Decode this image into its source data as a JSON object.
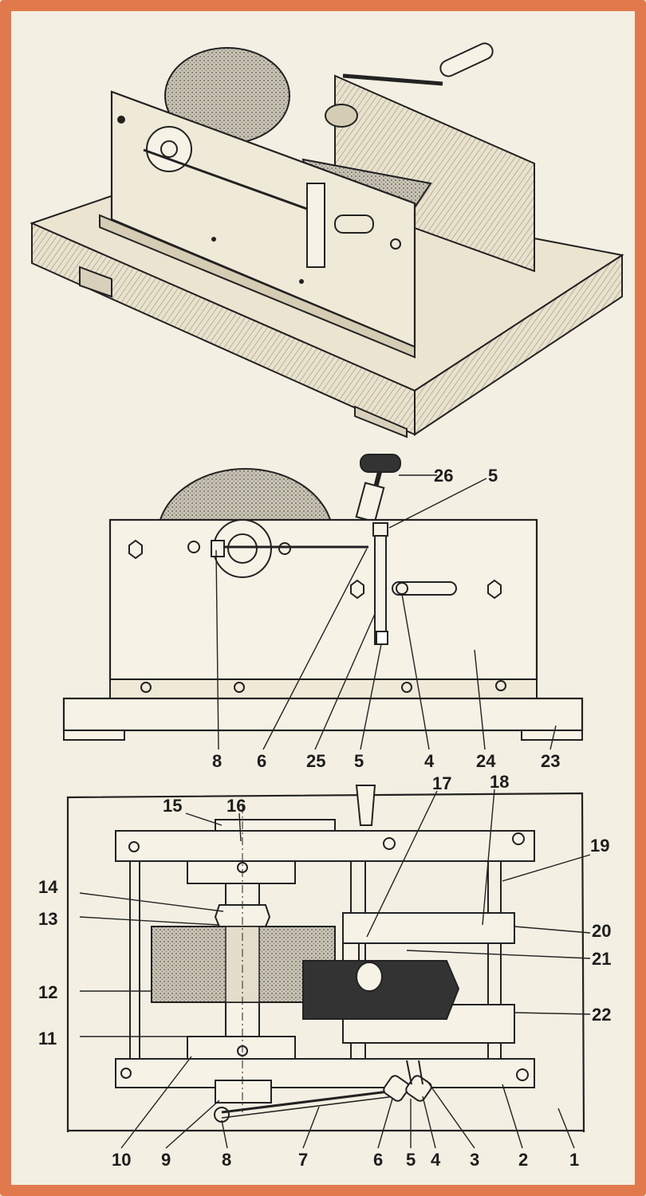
{
  "figure": {
    "colors": {
      "border": "#e07a4c",
      "paper": "#f3efe2",
      "ink": "#222222",
      "wood": "#ebe4d0",
      "stone": "#b9b3a3"
    },
    "front_view_labels": {
      "l26": "26",
      "l5_top": "5",
      "l8": "8",
      "l6": "6",
      "l25": "25",
      "l5": "5",
      "l4": "4",
      "l24": "24",
      "l23": "23"
    },
    "plan_view_labels": {
      "l15": "15",
      "l16": "16",
      "l17": "17",
      "l18": "18",
      "l19": "19",
      "l14": "14",
      "l13": "13",
      "l20": "20",
      "l21": "21",
      "l12": "12",
      "l22": "22",
      "l11": "11",
      "l10": "10",
      "l9": "9",
      "l8": "8",
      "l7": "7",
      "l6": "6",
      "l5": "5",
      "l4": "4",
      "l3": "3",
      "l2": "2",
      "l1": "1"
    }
  }
}
